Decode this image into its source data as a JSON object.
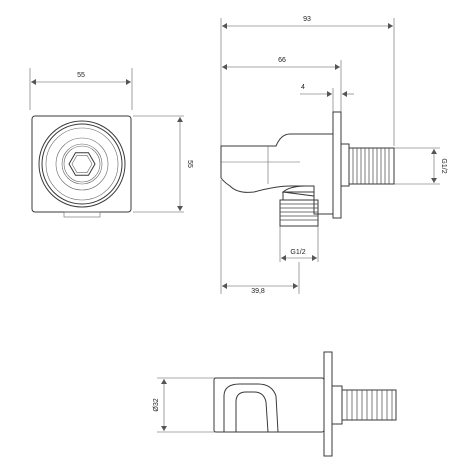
{
  "front_view": {
    "width_label": "55",
    "height_label": "55"
  },
  "side_view": {
    "overall_length_label": "93",
    "body_length_label": "66",
    "flange_thickness_label": "4",
    "rear_thread_label": "G1/2",
    "bottom_thread_label": "G1/2",
    "outlet_offset_label": "39,8"
  },
  "top_view": {
    "diameter_label": "Ø32"
  }
}
